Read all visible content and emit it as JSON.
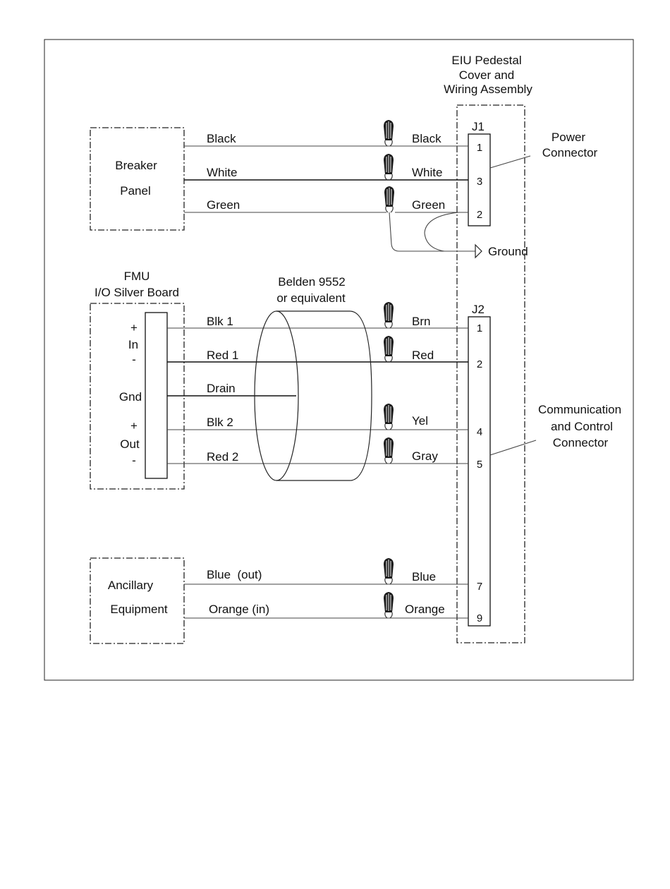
{
  "enclosure": {
    "title_lines": [
      "EIU Pedestal",
      "Cover and",
      "Wiring Assembly"
    ]
  },
  "breaker_panel": {
    "label_lines": [
      "Breaker",
      "Panel"
    ],
    "wires": [
      {
        "left": "Black",
        "right": "Black",
        "pin": "1"
      },
      {
        "left": "White",
        "right": "White",
        "pin": "3"
      },
      {
        "left": "Green",
        "right": "Green",
        "pin": "2"
      }
    ]
  },
  "j1": {
    "name": "J1",
    "callout_lines": [
      "Power",
      "Connector"
    ]
  },
  "ground": {
    "label": "Ground"
  },
  "fmu": {
    "title_lines": [
      "FMU",
      "I/O Silver Board"
    ],
    "terminals": [
      "+",
      "In",
      "-",
      "Gnd",
      "+",
      "Out",
      "-"
    ],
    "wires": [
      {
        "left": "Blk 1",
        "right": "Brn",
        "pin": "1"
      },
      {
        "left": "Red 1",
        "right": "Red",
        "pin": "2"
      },
      {
        "left": "Drain"
      },
      {
        "left": "Blk 2",
        "right": "Yel",
        "pin": "4"
      },
      {
        "left": "Red 2",
        "right": "Gray",
        "pin": "5"
      }
    ]
  },
  "cable": {
    "label_lines": [
      "Belden 9552",
      "or equivalent"
    ]
  },
  "j2": {
    "name": "J2",
    "callout_lines": [
      "Communication",
      "and Control",
      "Connector"
    ]
  },
  "ancillary": {
    "label_lines": [
      "Ancillary",
      "Equipment"
    ],
    "wires": [
      {
        "left": "Blue  (out)",
        "right": "Blue",
        "pin": "7"
      },
      {
        "left": "Orange (in)",
        "right": "Orange",
        "pin": "9"
      }
    ]
  }
}
